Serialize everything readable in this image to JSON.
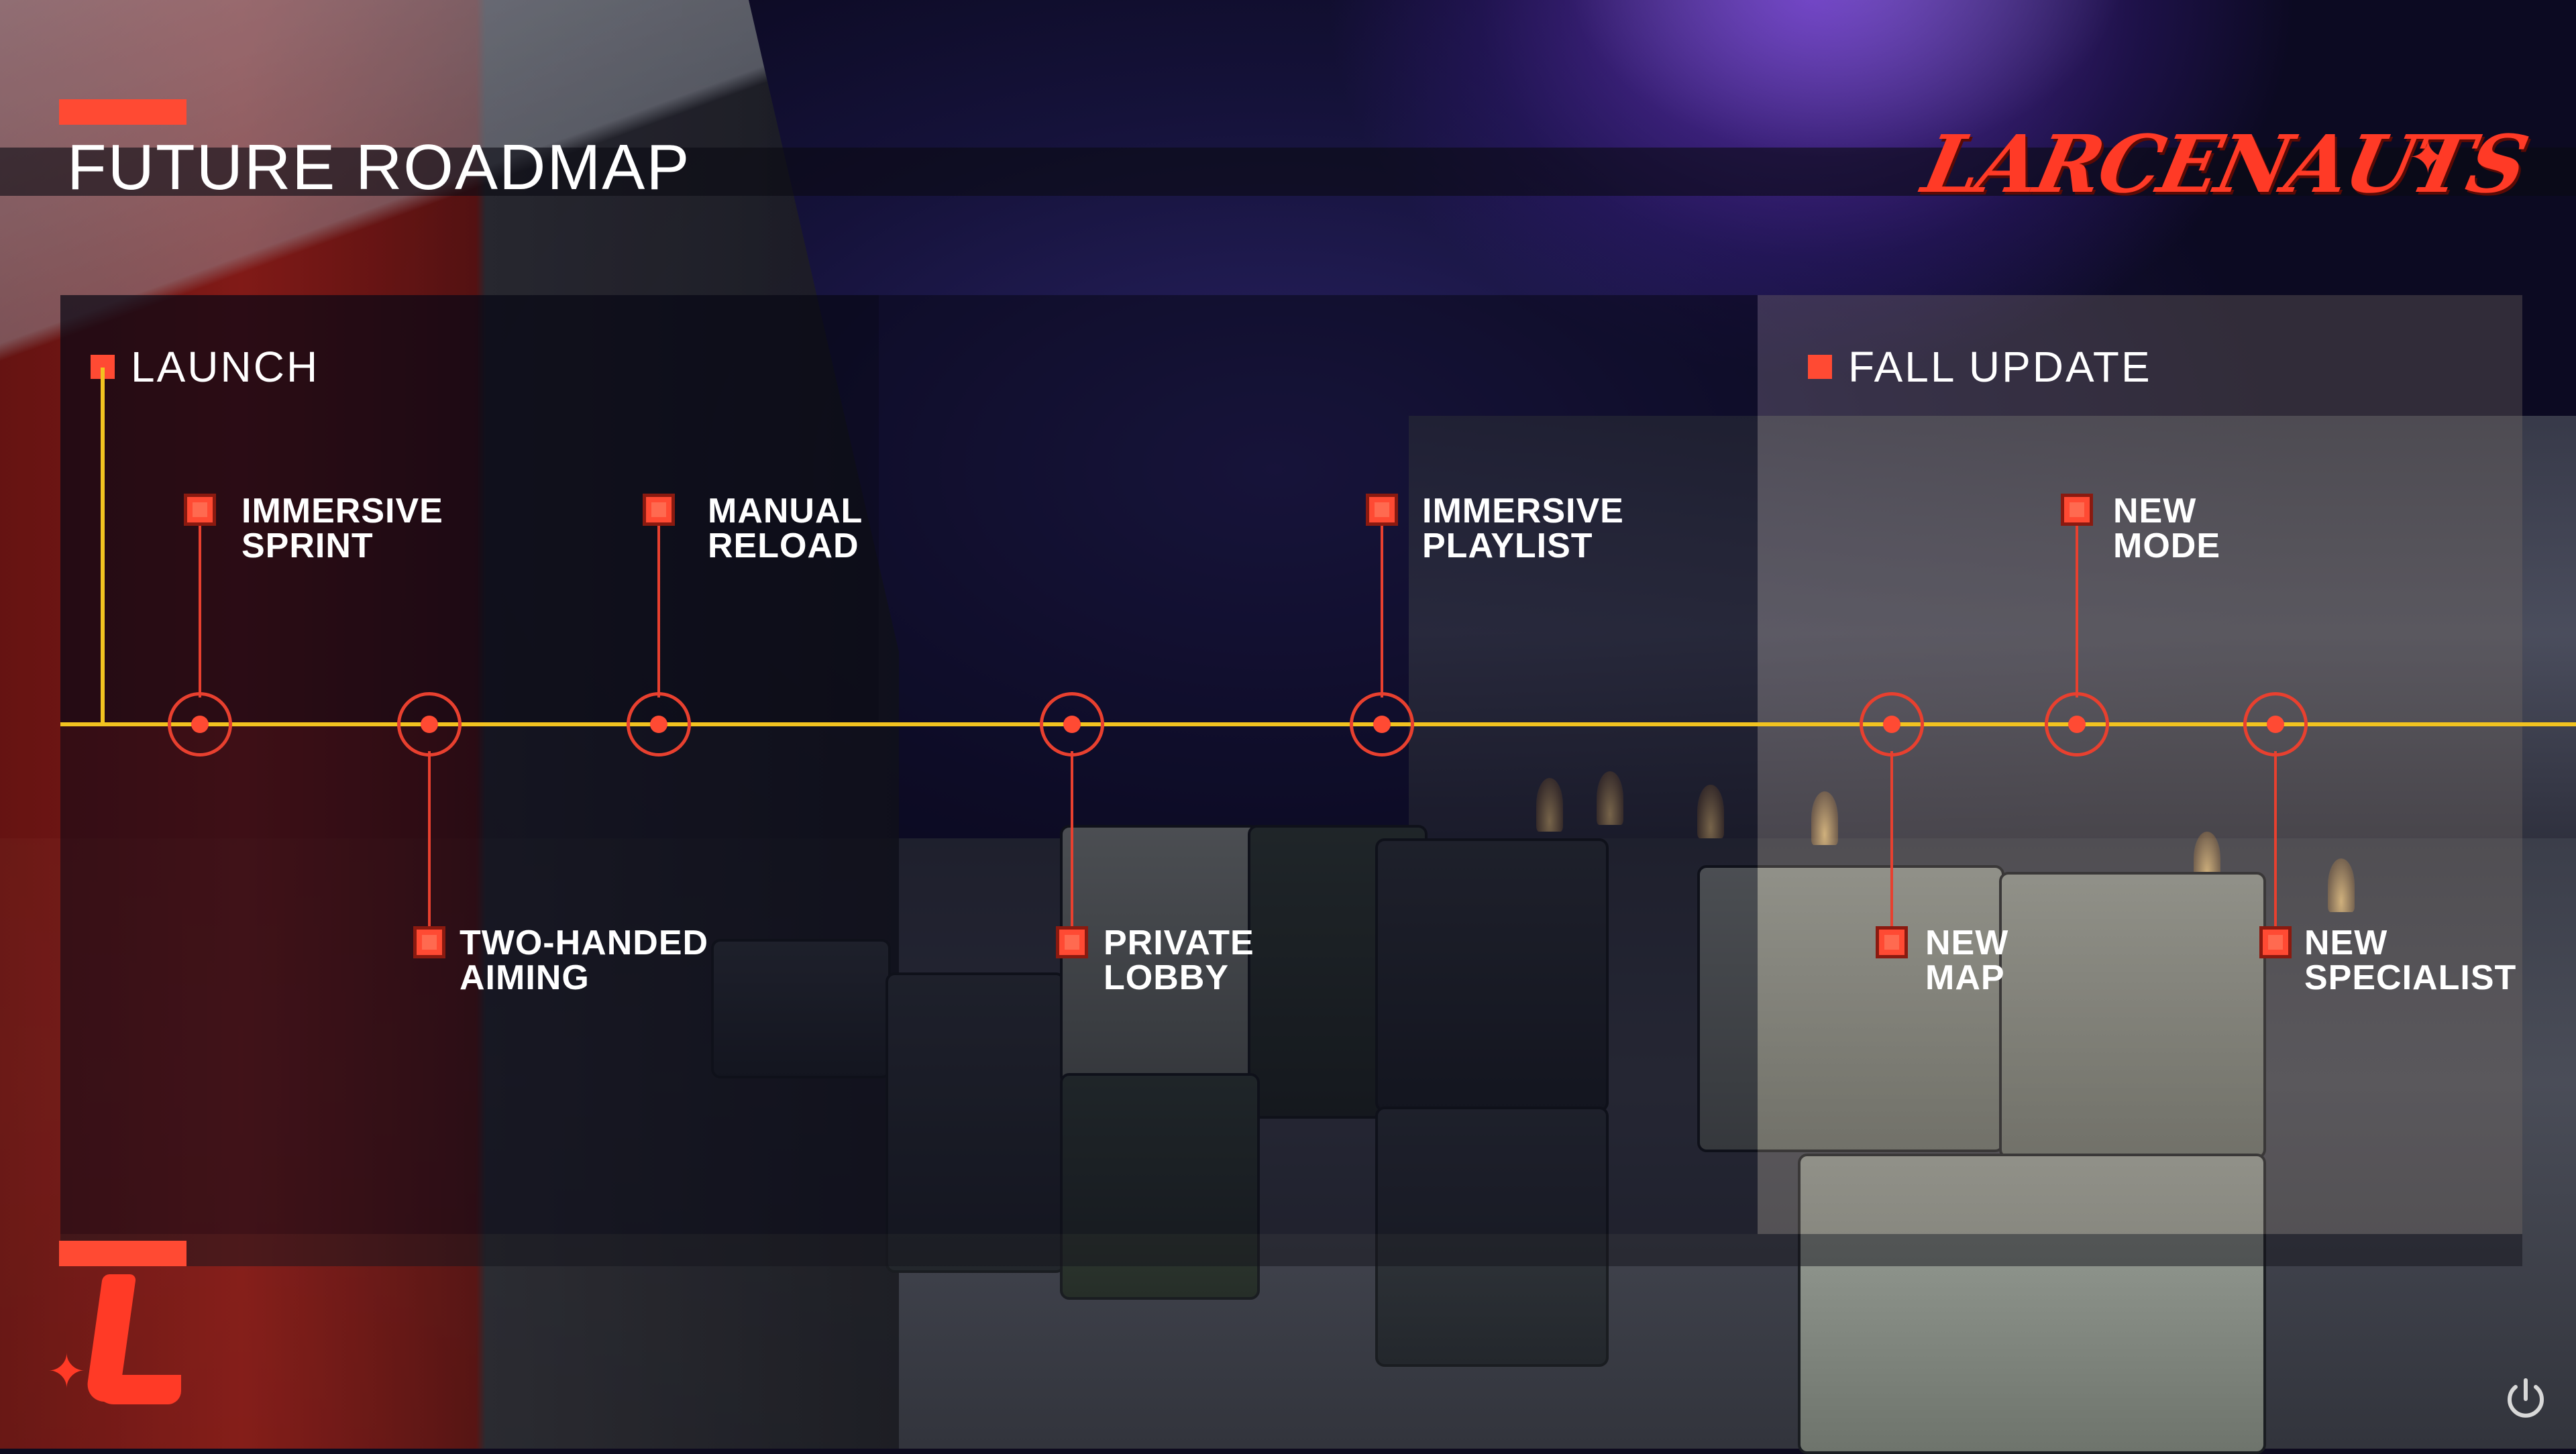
{
  "title": "FUTURE ROADMAP",
  "brand": {
    "name": "LARCENAUTS",
    "color": "#ff3a26"
  },
  "colors": {
    "accent": "#ff4a33",
    "timeline": "#f2c320",
    "text": "#ffffff"
  },
  "sections": {
    "launch": "LAUNCH",
    "fall_update": "FALL UPDATE"
  },
  "milestones": [
    {
      "label": "IMMERSIVE\nSPRINT",
      "section": "launch",
      "side": "top"
    },
    {
      "label": "TWO-HANDED\nAIMING",
      "section": "launch",
      "side": "bottom"
    },
    {
      "label": "MANUAL\nRELOAD",
      "section": "launch",
      "side": "top"
    },
    {
      "label": "PRIVATE\nLOBBY",
      "section": "launch",
      "side": "bottom"
    },
    {
      "label": "IMMERSIVE\nPLAYLIST",
      "section": "launch",
      "side": "top"
    },
    {
      "label": "NEW\nMAP",
      "section": "fall_update",
      "side": "bottom"
    },
    {
      "label": "NEW\nMODE",
      "section": "fall_update",
      "side": "top"
    },
    {
      "label": "NEW\nSPECIALIST",
      "section": "fall_update",
      "side": "bottom"
    }
  ],
  "icons": {
    "brand_star": "four-point-star",
    "corner_logo": "larcenauts-l-logo",
    "power": "power-icon"
  }
}
